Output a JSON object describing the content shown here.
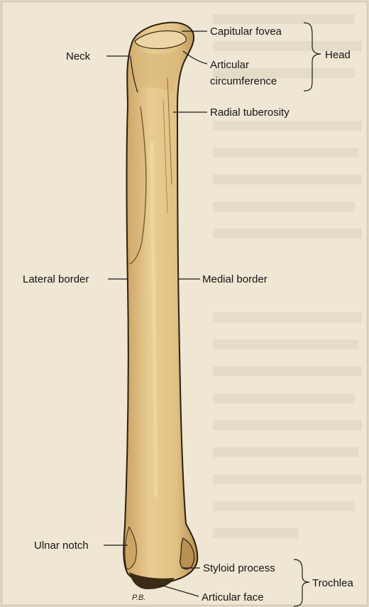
{
  "labels": {
    "capitular_fovea": "Capitular fovea",
    "neck": "Neck",
    "articular_circumference_line1": "Articular",
    "articular_circumference_line2": "circumference",
    "head": "Head",
    "radial_tuberosity": "Radial tuberosity",
    "lateral_border": "Lateral border",
    "medial_border": "Medial border",
    "ulnar_notch": "Ulnar notch",
    "styloid_process": "Styloid process",
    "trochlea": "Trochlea",
    "articular_face": "Articular face"
  },
  "signature": "P.B.",
  "colors": {
    "page_background": "#efe7d3",
    "bone_fill": "#e4c88e",
    "bone_shadow": "#c9a364",
    "outline": "#2a1f12",
    "text": "#141414"
  }
}
